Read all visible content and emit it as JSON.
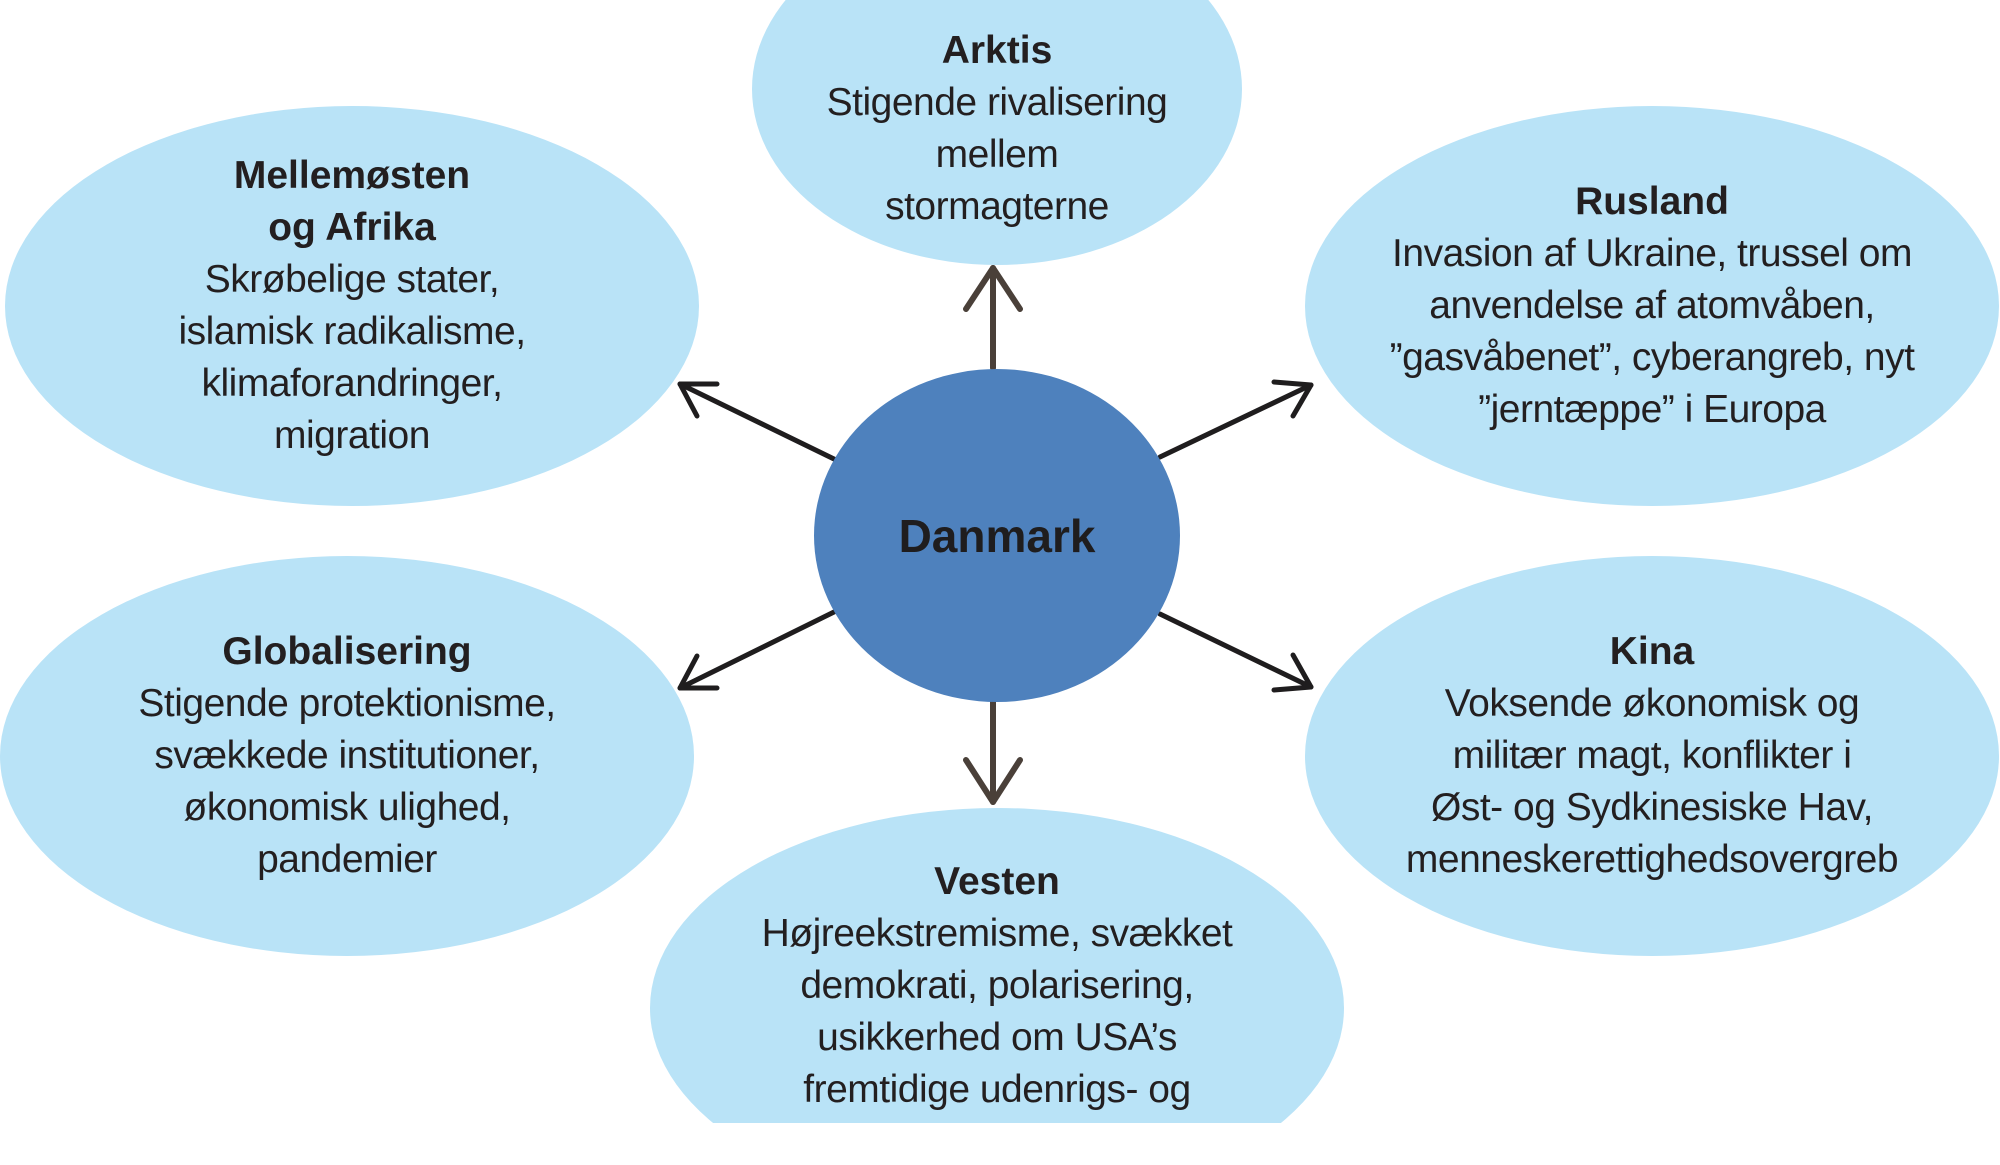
{
  "diagram": {
    "center": {
      "label": "Danmark",
      "color": "#4e81bd"
    },
    "node_color": "#b9e3f7",
    "arrow_colors": {
      "vertical": "#4a4039",
      "diagonal": "#1f1d1e"
    },
    "nodes": [
      {
        "id": "arktis",
        "title": "Arktis",
        "description": "Stigende rivalisering\nmellem\nstormagterne"
      },
      {
        "id": "mellemosten",
        "title": "Mellemøsten\nog Afrika",
        "description": "Skrøbelige stater,\nislamisk radikalisme,\nklimaforandringer,\nmigration"
      },
      {
        "id": "rusland",
        "title": "Rusland",
        "description": "Invasion af Ukraine, trussel om\nanvendelse af atomvåben,\n”gasvåbenet”, cyberangreb,  nyt\n”jerntæppe” i Europa"
      },
      {
        "id": "globalisering",
        "title": "Globalisering",
        "description": "Stigende protektionisme,\nsvækkede institutioner,\nøkonomisk ulighed,\npandemier"
      },
      {
        "id": "kina",
        "title": "Kina",
        "description": "Voksende økonomisk og\nmilitær magt, konflikter i\nØst- og Sydkinesiske Hav,\nmenneskerettighedsovergreb"
      },
      {
        "id": "vesten",
        "title": "Vesten",
        "description": "Højreekstremisme, svækket\ndemokrati, polarisering,\nusikkerhed om USA’s\nfremtidige udenrigs- og\nsikkerhedspolitik"
      }
    ]
  }
}
